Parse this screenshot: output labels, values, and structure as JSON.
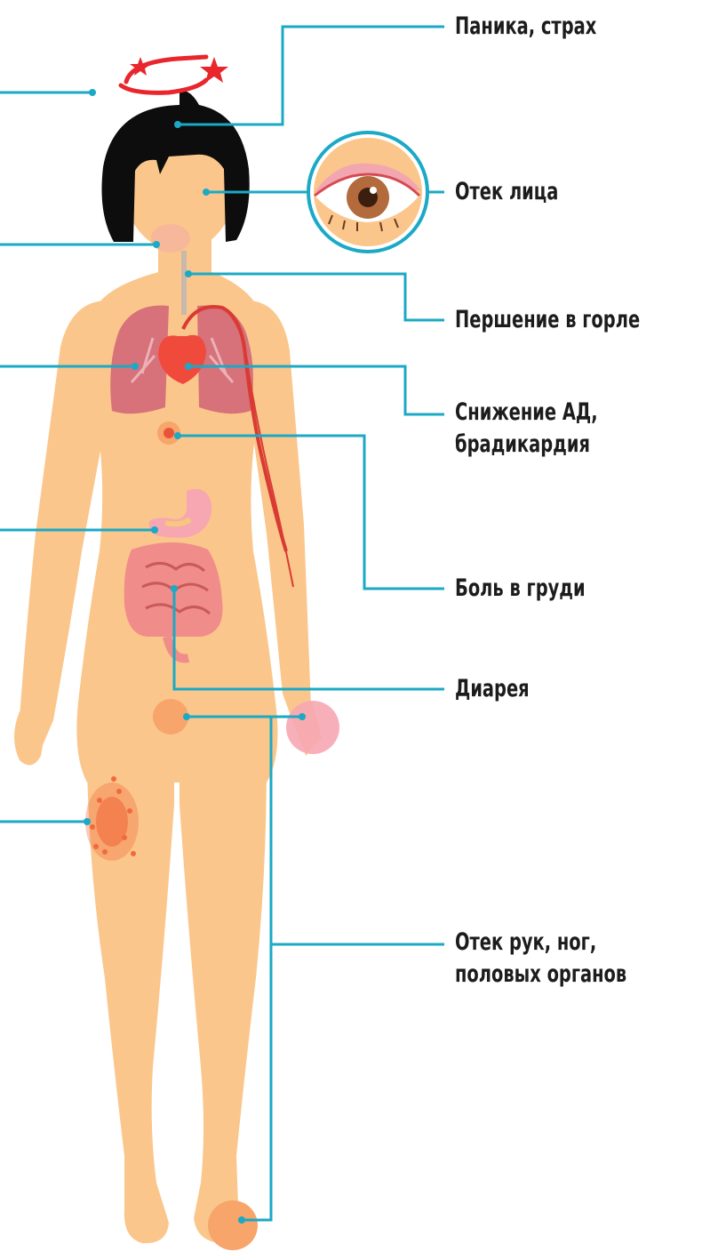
{
  "labels": {
    "panic": "Паника, страх",
    "face_edema": "Отек лица",
    "throat": "Першение в горле",
    "bp_1": "Снижение АД,",
    "bp_2": "брадикардия",
    "chest_pain": "Боль в груди",
    "diarrhea": "Диарея",
    "limbs_1": "Отек рук, ног,",
    "limbs_2": "половых органов"
  },
  "colors": {
    "leader_line": "#1ba9c6",
    "skin": "#fbc68b",
    "hair": "#0d0d0d",
    "lungs": "#d7717a",
    "heart": "#f04a3c",
    "star": "#e8262c",
    "intestines": "#f08c8a",
    "stomach": "#f6a7b1",
    "rash": "#f26a3c"
  }
}
